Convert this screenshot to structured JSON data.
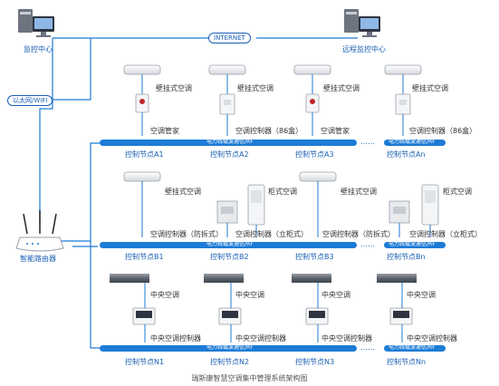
{
  "internet_label": "INTERNET",
  "ethernet_label": "以太网/WIFI",
  "monitor_center": "监控中心",
  "remote_center": "远程监控中心",
  "router_label": "智能路由器",
  "bus_label": "电力线载波通信/RF",
  "ellipsis": "……",
  "caption": "瑞斯康智慧空调集中管理系统架构图",
  "row_a": {
    "ac_label": "壁挂式空调",
    "items": [
      {
        "device": "空调管家",
        "node": "控制节点A1"
      },
      {
        "device": "空调控制器（86盒）",
        "node": "控制节点A2"
      },
      {
        "device": "空调管家",
        "node": "控制节点A3"
      },
      {
        "device": "空调控制器（86盒）",
        "node": "控制节点An"
      }
    ]
  },
  "row_b": {
    "items": [
      {
        "ac": "壁挂式空调",
        "device": "空调控制器（防拆式）",
        "node": "控制节点B1"
      },
      {
        "ac": "柜式空调",
        "device": "空调控制器（立柜式）",
        "node": "控制节点B2"
      },
      {
        "ac": "壁挂式空调",
        "device": "空调控制器（防拆式）",
        "node": "控制节点B3"
      },
      {
        "ac": "柜式空调",
        "device": "空调控制器（立柜式）",
        "node": "控制节点Bn"
      }
    ]
  },
  "row_n": {
    "ac_label": "中央空调",
    "device_label": "中央空调控制器",
    "items": [
      {
        "node": "控制节点N1"
      },
      {
        "node": "控制节点N2"
      },
      {
        "node": "控制节点N3"
      },
      {
        "node": "控制节点Nn"
      }
    ]
  }
}
